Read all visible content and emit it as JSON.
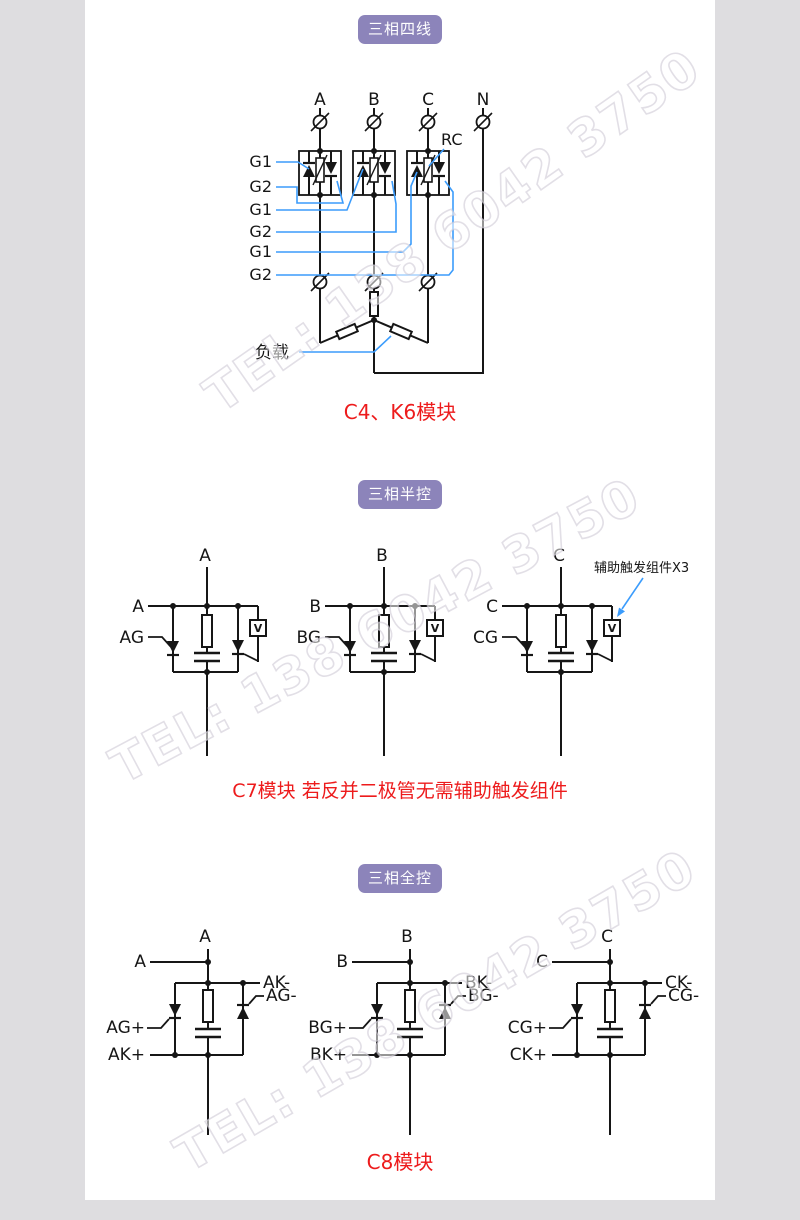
{
  "colors": {
    "page_bg": "#dedde0",
    "content_bg": "#ffffff",
    "badge_bg": "#8c84ba",
    "caption_red": "#ed1b1c",
    "wire_blue": "#3b9cfc",
    "line_black": "#161616",
    "watermark_outline": "#cec9d5"
  },
  "watermark": {
    "text": "TEL: 138 6042 3750"
  },
  "section1": {
    "badge": "三相四线",
    "phase_a": "A",
    "phase_b": "B",
    "phase_c": "C",
    "phase_n": "N",
    "gates": {
      "g1a": "G1",
      "g2a": "G2",
      "g1b": "G1",
      "g2b": "G2",
      "g1c": "G1",
      "g2c": "G2"
    },
    "rc": "RC",
    "load": "负载",
    "caption": "C4、K6模块"
  },
  "section2": {
    "badge": "三相半控",
    "annotation": "辅助触发组件X3",
    "vbox": "V",
    "circuits": [
      {
        "phase": "A",
        "gate": "AG"
      },
      {
        "phase": "B",
        "gate": "BG"
      },
      {
        "phase": "C",
        "gate": "CG"
      }
    ],
    "caption": "C7模块 若反并二极管无需辅助触发组件"
  },
  "section3": {
    "badge": "三相全控",
    "circuits": [
      {
        "phase": "A",
        "k_minus": "AK-",
        "g_minus": "AG-",
        "g_plus": "AG+",
        "k_plus": "AK+"
      },
      {
        "phase": "B",
        "k_minus": "BK-",
        "g_minus": "BG-",
        "g_plus": "BG+",
        "k_plus": "BK+"
      },
      {
        "phase": "C",
        "k_minus": "CK-",
        "g_minus": "CG-",
        "g_plus": "CG+",
        "k_plus": "CK+"
      }
    ],
    "caption": "C8模块"
  }
}
